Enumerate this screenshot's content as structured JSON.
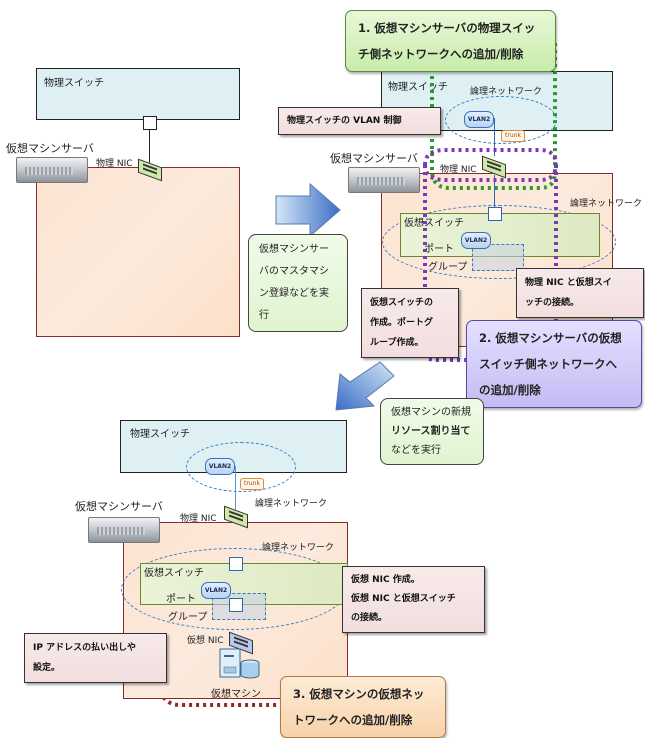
{
  "labels": {
    "physical_switch": "物理スイッチ",
    "vm_server": "仮想マシンサーバ",
    "physical_nic": "物理 NIC",
    "logical_network": "論理ネットワーク",
    "virtual_switch": "仮想スイッチ",
    "port": "ポート",
    "group": "グループ",
    "vlan": "VLAN2",
    "trunk": "trunk",
    "virtual_nic": "仮想 NIC",
    "virtual_machine": "仮想マシン"
  },
  "steps": {
    "step1": [
      "1. 仮想マシンサーバの物理スイッ",
      "チ側ネットワークへの追加/削除"
    ],
    "step2": [
      "2. 仮想マシンサーバの仮想",
      "スイッチ側ネットワークへ",
      "の追加/削除"
    ],
    "step3": [
      "3. 仮想マシンの仮想ネッ",
      "トワークへの追加/削除"
    ]
  },
  "notes": {
    "register": [
      "仮想マシンサー",
      "バのマスタマシ",
      "ン登録などを実",
      "行"
    ],
    "allocate": [
      "仮想マシンの新規",
      "リソース割り当て",
      "などを実行"
    ]
  },
  "callouts": {
    "vlan_control": [
      "物理スイッチの VLAN 制御"
    ],
    "vswitch_create": [
      "仮想スイッチの",
      "作成。ポートグ",
      "ループ作成。"
    ],
    "nic_connect": [
      "物理 NIC と仮想スイ",
      "ッチの接続。"
    ],
    "vnic_create": [
      "仮想 NIC 作成。",
      "仮想 NIC と仮想スイッチ",
      "の接続。"
    ],
    "ip_assign": [
      "IP アドレスの払い出しや",
      "設定。"
    ]
  },
  "colors": {
    "step1_border": "#2a9a2a",
    "step2_border": "#7a3ab8",
    "step3_border": "#8a2a2a",
    "logical_network_ellipse": "#3a80c0"
  }
}
